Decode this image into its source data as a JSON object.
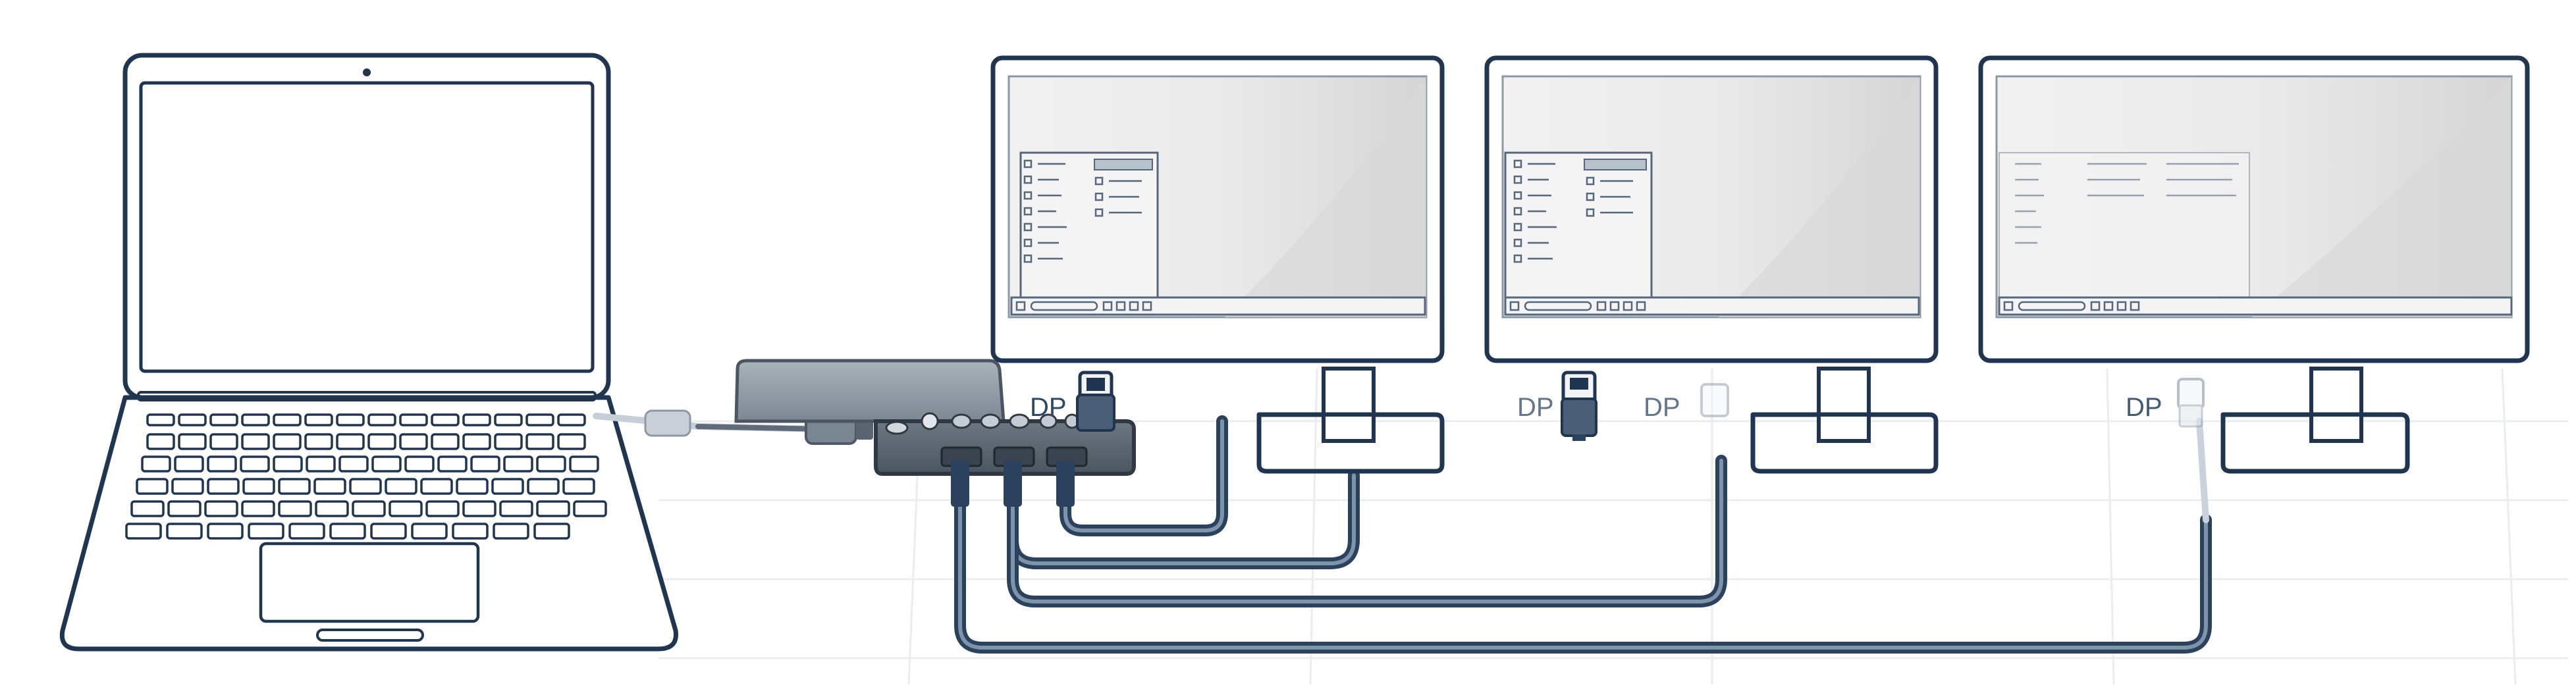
{
  "diagram": {
    "connector_labels": [
      "DP",
      "DP",
      "DP",
      "DP"
    ],
    "colors": {
      "outline": "#1f3550",
      "cable": "#2b425e",
      "screen_bg": "#ececec",
      "dock_body": "#8a939e",
      "dock_dark": "#5d6773"
    },
    "icons": [
      "laptop-icon",
      "docking-station-icon",
      "monitor-icon",
      "displayport-plug-icon"
    ]
  }
}
